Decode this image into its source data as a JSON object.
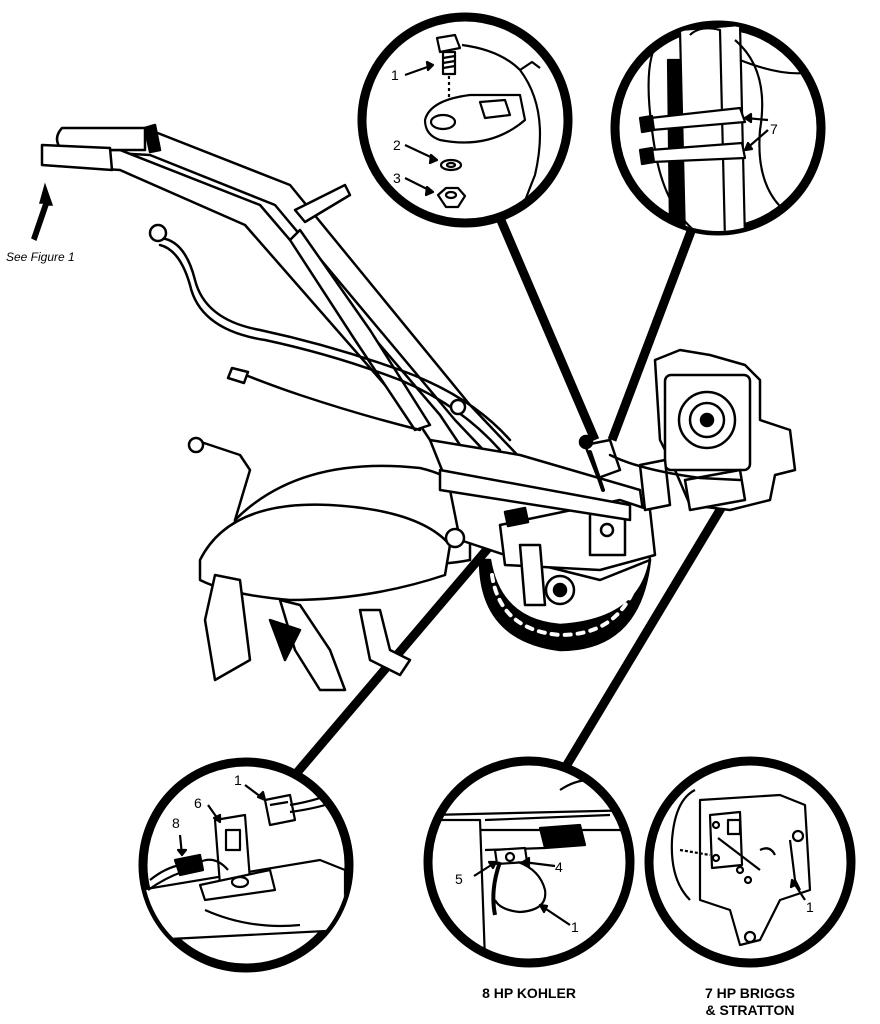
{
  "see_figure": "See Figure 1",
  "callouts": {
    "top_left": [
      "1",
      "2",
      "3"
    ],
    "top_right": [
      "7"
    ],
    "bottom_left": [
      "1",
      "6",
      "8"
    ],
    "bottom_mid": [
      "4",
      "5",
      "1"
    ],
    "bottom_right": [
      "1"
    ]
  },
  "captions": {
    "kohler": "8 HP KOHLER",
    "briggs_line1": "7 HP BRIGGS",
    "briggs_line2": "& STRATTON"
  },
  "colors": {
    "ink": "#000000",
    "paper": "#ffffff"
  }
}
